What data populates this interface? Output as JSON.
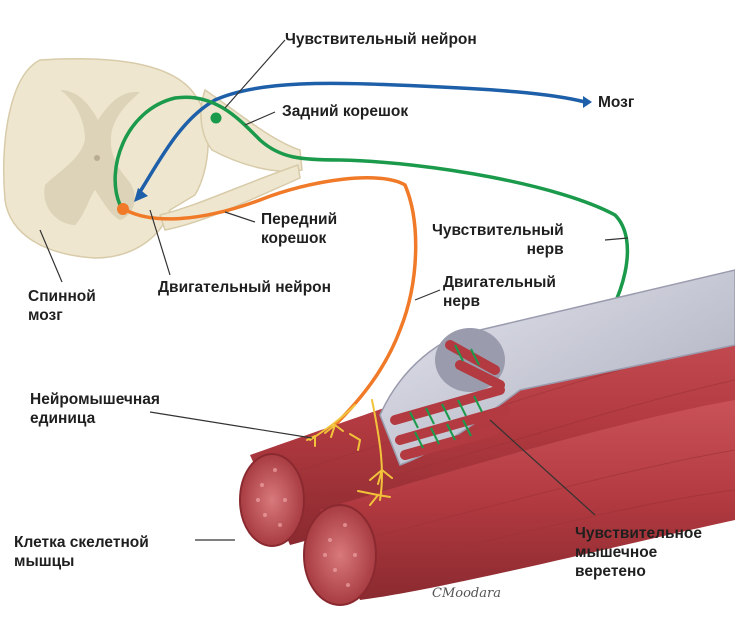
{
  "labels": {
    "sensory_neuron": "Чувствительный нейрон",
    "brain": "Мозг",
    "dorsal_root": "Задний корешок",
    "ventral_root": [
      "Передний",
      "корешок"
    ],
    "sensory_nerve": [
      "Чувствительный",
      "нерв"
    ],
    "spinal_cord": [
      "Спинной",
      "мозг"
    ],
    "motor_neuron": "Двигательный нейрон",
    "motor_nerve": [
      "Двигательный",
      "нерв"
    ],
    "neuromuscular_unit": [
      "Нейромышечная",
      "единица"
    ],
    "skeletal_muscle_cell": [
      "Клетка скелетной",
      "мышцы"
    ],
    "muscle_spindle": [
      "Чувствительное",
      "мышечное",
      "веретено"
    ]
  },
  "signature": "CMoodara",
  "colors": {
    "sensory_path": "#1a9a4a",
    "motor_path": "#f07a28",
    "brain_path": "#1d5fa8",
    "spinal_cord": "#efe6cf",
    "gray_matter": "#ddd3b8",
    "muscle": "#b23a40",
    "muscle_light": "#d8797c",
    "sheath": "#c9cbd6",
    "nerve_endings": "#f2c23a"
  }
}
